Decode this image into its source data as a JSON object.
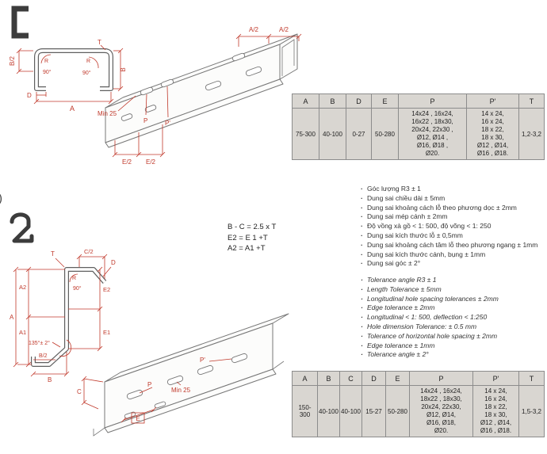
{
  "page": {
    "accent": "#c0392b"
  },
  "markers": {
    "section2": ")"
  },
  "c_section": {
    "cross": {
      "b_half": "B/2",
      "r1": "R",
      "deg1": "90°",
      "r2": "R",
      "deg2": "90°",
      "t": "T",
      "b": "B",
      "d": "D",
      "a": "A"
    },
    "iso": {
      "a_half_1": "A/2",
      "a_half_2": "A/2",
      "min25": "Min 25",
      "p": "P",
      "p_prime": "P'",
      "e_half_1": "E/2",
      "e_half_2": "E/2"
    },
    "table": {
      "headers": [
        "A",
        "B",
        "D",
        "E",
        "P",
        "P'",
        "T"
      ],
      "row": [
        "75-300",
        "40-100",
        "0-27",
        "50-280",
        "14x24 , 16x24,\n16x22 , 18x30,\n20x24, 22x30 ,\nØ12, Ø14 ,\nØ16, Ø18 ,\nØ20.",
        "14 x 24,\n16 x 24,\n18 x 22,\n18 x 30,\nØ12 , Ø14,\nØ16 , Ø18.",
        "1,2-3,2"
      ]
    }
  },
  "notes_vi": [
    "Góc lượng R3 ± 1",
    "Dung sai chiều dài ± 5mm",
    "Dung sai khoảng cách lỗ theo phương dọc ± 2mm",
    "Dung sai mép cánh ± 2mm",
    "Độ vồng xà gồ < 1: 500, độ võng < 1: 250",
    "Dung sai kích thước lỗ ± 0,5mm",
    "Dung sai khoảng cách tâm lỗ theo phương ngang ± 1mm",
    "Dung sai kích thước cánh, bụng ± 1mm",
    "Dung sai góc ± 2°"
  ],
  "notes_en": [
    "Tolerance angle R3 ± 1",
    "Length Tolerance ± 5mm",
    "Longitudinal hole spacing tolerances ± 2mm",
    "Edge tolerance ± 2mm",
    "Longitudinal < 1: 500, deflection < 1:250",
    "Hole dimension Tolerance: ± 0.5 mm",
    "Tolerance of horizontal hole spacing ± 2mm",
    "Edge tolerance ± 1mm",
    "Tolerance angle ± 2°"
  ],
  "z_section": {
    "formulas": [
      "B - C = 2.5 x T",
      "E2 = E 1 +T",
      "A2 = A1 +T"
    ],
    "cross": {
      "t": "T",
      "c_half": "C/2",
      "d": "D",
      "r": "R",
      "deg": "90°",
      "e2": "E2",
      "a": "A",
      "a2": "A2",
      "a1": "A1",
      "angle135": "135°± 2°",
      "b_half": "B/2",
      "b": "B",
      "e1": "E1"
    },
    "iso": {
      "p": "P",
      "p_prime": "P'",
      "min25": "Min 25",
      "e": "E",
      "c": "C"
    },
    "table": {
      "headers": [
        "A",
        "B",
        "C",
        "D",
        "E",
        "P",
        "P'",
        "T"
      ],
      "row": [
        "150-300",
        "40-100",
        "40-100",
        "15-27",
        "50-280",
        "14x24 , 16x24,\n18x22 , 18x30,\n20x24, 22x30,\nØ12, Ø14,\nØ16, Ø18,\nØ20.",
        "14 x 24,\n16 x 24,\n18 x 22,\n18 x 30,\nØ12 , Ø14,\nØ16 , Ø18.",
        "1,5-3,2"
      ]
    }
  }
}
